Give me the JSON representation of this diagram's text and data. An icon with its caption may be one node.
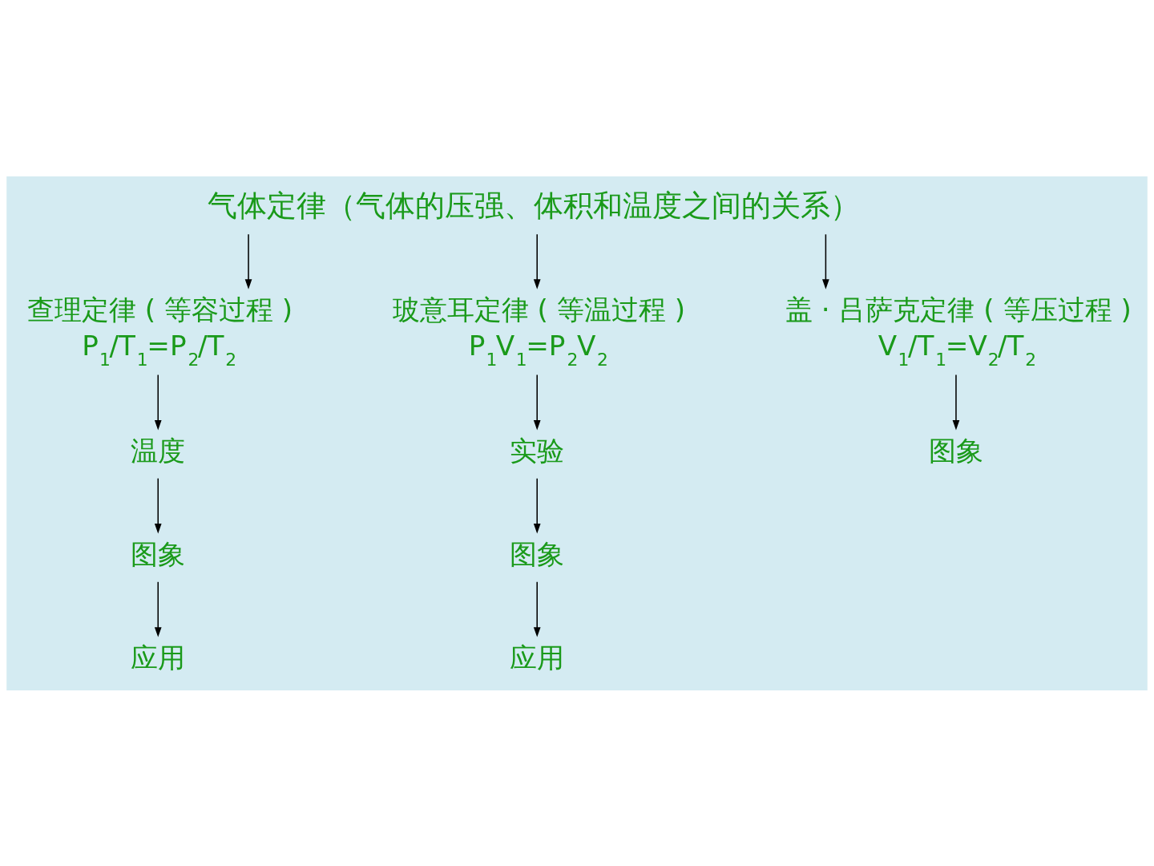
{
  "diagram": {
    "nodes": [
      {
        "text": [
          "气体定律（气体的压强、体积和温度之间的关系）"
        ]
      },
      {
        "text": [
          "查理定律 ( 等容过程 )",
          "P$_{1}$/T$_{1}$=P$_{2}$/T$_{2}$"
        ]
      },
      {
        "text": [
          "温度"
        ]
      },
      {
        "text": [
          "图象"
        ]
      },
      {
        "text": [
          "应用"
        ]
      },
      {
        "text": [
          "玻意耳定律 ( 等温过程 )",
          "P$_{1}$V$_{1}$=P$_{2}$V$_{2}$"
        ]
      },
      {
        "text": [
          "实验"
        ]
      },
      {
        "text": [
          "图象"
        ]
      },
      {
        "text": [
          "应用"
        ]
      },
      {
        "text": [
          "盖 · 吕萨克定律 ( 等压过程 )",
          "V$_{1}$/T$_{1}$=V$_{2}$/T$_{2}$"
        ]
      },
      {
        "text": [
          "图象"
        ]
      }
    ],
    "edges": [
      {
        "from": 0,
        "to": 1,
        "arrow": "to"
      },
      {
        "from": 0,
        "to": 5,
        "arrow": "to"
      },
      {
        "from": 0,
        "to": 9,
        "arrow": "to"
      },
      {
        "from": 1,
        "to": 2,
        "arrow": "to"
      },
      {
        "from": 2,
        "to": 3,
        "arrow": "to"
      },
      {
        "from": 3,
        "to": 4,
        "arrow": "to"
      },
      {
        "from": 5,
        "to": 6,
        "arrow": "to"
      },
      {
        "from": 6,
        "to": 7,
        "arrow": "to"
      },
      {
        "from": 7,
        "to": 8,
        "arrow": "to"
      },
      {
        "from": 9,
        "to": 10,
        "arrow": "to"
      }
    ]
  }
}
